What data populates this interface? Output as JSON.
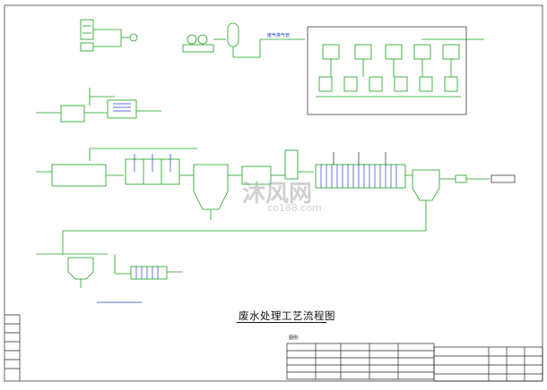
{
  "drawing": {
    "title": "废水处理工艺流程图",
    "watermark": "沐风网",
    "watermark_domain": "co188.com"
  },
  "labels": {
    "pipe_label": "废气排气管",
    "legend_heading": "图例:"
  }
}
